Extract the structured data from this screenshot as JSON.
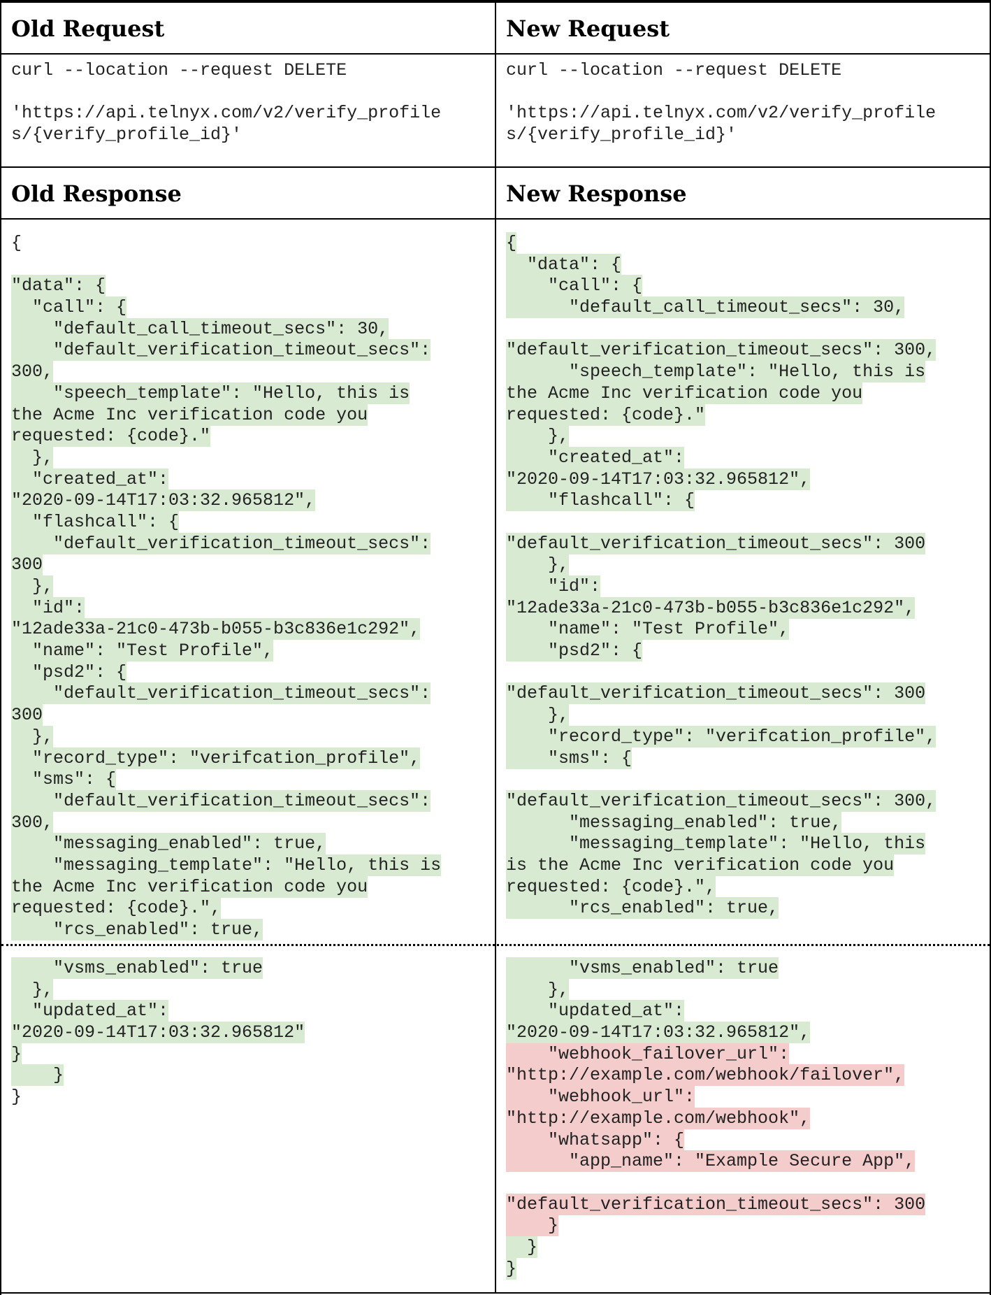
{
  "headers": {
    "old_request": "Old Request",
    "new_request": "New Request",
    "old_response": "Old Response",
    "new_response": "New Response"
  },
  "old_request": [
    "curl --location --request DELETE",
    "",
    "'https://api.telnyx.com/v2/verify_profile",
    "s/{verify_profile_id}'"
  ],
  "new_request": [
    "curl --location --request DELETE",
    "",
    "'https://api.telnyx.com/v2/verify_profile",
    "s/{verify_profile_id}'"
  ],
  "old_response_top": [
    {
      "t": "{",
      "h": ""
    },
    {
      "t": "",
      "h": ""
    },
    {
      "t": "\"data\": {",
      "h": "g"
    },
    {
      "t": "  \"call\": {",
      "h": "g"
    },
    {
      "t": "    \"default_call_timeout_secs\": 30,",
      "h": "g"
    },
    {
      "t": "    \"default_verification_timeout_secs\":",
      "h": "g"
    },
    {
      "t": "300,",
      "h": "g"
    },
    {
      "t": "    \"speech_template\": \"Hello, this is",
      "h": "g"
    },
    {
      "t": "the Acme Inc verification code you",
      "h": "g"
    },
    {
      "t": "requested: {code}.\"",
      "h": "g"
    },
    {
      "t": "  },",
      "h": "g"
    },
    {
      "t": "  \"created_at\":",
      "h": "g"
    },
    {
      "t": "\"2020-09-14T17:03:32.965812\",",
      "h": "g"
    },
    {
      "t": "  \"flashcall\": {",
      "h": "g"
    },
    {
      "t": "    \"default_verification_timeout_secs\":",
      "h": "g"
    },
    {
      "t": "300",
      "h": "g"
    },
    {
      "t": "  },",
      "h": "g"
    },
    {
      "t": "  \"id\":",
      "h": "g"
    },
    {
      "t": "\"12ade33a-21c0-473b-b055-b3c836e1c292\",",
      "h": "g"
    },
    {
      "t": "  \"name\": \"Test Profile\",",
      "h": "g"
    },
    {
      "t": "  \"psd2\": {",
      "h": "g"
    },
    {
      "t": "    \"default_verification_timeout_secs\":",
      "h": "g"
    },
    {
      "t": "300",
      "h": "g"
    },
    {
      "t": "  },",
      "h": "g"
    },
    {
      "t": "  \"record_type\": \"verifcation_profile\",",
      "h": "g"
    },
    {
      "t": "  \"sms\": {",
      "h": "g"
    },
    {
      "t": "    \"default_verification_timeout_secs\":",
      "h": "g"
    },
    {
      "t": "300,",
      "h": "g"
    },
    {
      "t": "    \"messaging_enabled\": true,",
      "h": "g"
    },
    {
      "t": "    \"messaging_template\": \"Hello, this is",
      "h": "g"
    },
    {
      "t": "the Acme Inc verification code you",
      "h": "g"
    },
    {
      "t": "requested: {code}.\",",
      "h": "g"
    },
    {
      "t": "    \"rcs_enabled\": true,",
      "h": "g"
    }
  ],
  "new_response_top": [
    {
      "t": "{",
      "h": "g"
    },
    {
      "t": "  \"data\": {",
      "h": "g"
    },
    {
      "t": "    \"call\": {",
      "h": "g"
    },
    {
      "t": "      \"default_call_timeout_secs\": 30,",
      "h": "g"
    },
    {
      "t": "",
      "h": ""
    },
    {
      "t": "\"default_verification_timeout_secs\": 300,",
      "h": "g"
    },
    {
      "t": "      \"speech_template\": \"Hello, this is",
      "h": "g"
    },
    {
      "t": "the Acme Inc verification code you",
      "h": "g"
    },
    {
      "t": "requested: {code}.\"",
      "h": "g"
    },
    {
      "t": "    },",
      "h": "g"
    },
    {
      "t": "    \"created_at\":",
      "h": "g"
    },
    {
      "t": "\"2020-09-14T17:03:32.965812\",",
      "h": "g"
    },
    {
      "t": "    \"flashcall\": {",
      "h": "g"
    },
    {
      "t": "",
      "h": ""
    },
    {
      "t": "\"default_verification_timeout_secs\": 300",
      "h": "g"
    },
    {
      "t": "    },",
      "h": "g"
    },
    {
      "t": "    \"id\":",
      "h": "g"
    },
    {
      "t": "\"12ade33a-21c0-473b-b055-b3c836e1c292\",",
      "h": "g"
    },
    {
      "t": "    \"name\": \"Test Profile\",",
      "h": "g"
    },
    {
      "t": "    \"psd2\": {",
      "h": "g"
    },
    {
      "t": "",
      "h": ""
    },
    {
      "t": "\"default_verification_timeout_secs\": 300",
      "h": "g"
    },
    {
      "t": "    },",
      "h": "g"
    },
    {
      "t": "    \"record_type\": \"verifcation_profile\",",
      "h": "g"
    },
    {
      "t": "    \"sms\": {",
      "h": "g"
    },
    {
      "t": "",
      "h": ""
    },
    {
      "t": "\"default_verification_timeout_secs\": 300,",
      "h": "g"
    },
    {
      "t": "      \"messaging_enabled\": true,",
      "h": "g"
    },
    {
      "t": "      \"messaging_template\": \"Hello, this",
      "h": "g"
    },
    {
      "t": "is the Acme Inc verification code you",
      "h": "g"
    },
    {
      "t": "requested: {code}.\",",
      "h": "g"
    },
    {
      "t": "      \"rcs_enabled\": true,",
      "h": "g"
    }
  ],
  "old_response_bottom": [
    {
      "t": "    \"vsms_enabled\": true",
      "h": "g"
    },
    {
      "t": "  },",
      "h": "g"
    },
    {
      "t": "  \"updated_at\":",
      "h": "g"
    },
    {
      "t": "\"2020-09-14T17:03:32.965812\"",
      "h": "g"
    },
    {
      "t": "}",
      "h": "g"
    },
    {
      "t": "    }",
      "h": "g"
    },
    {
      "t": "}",
      "h": ""
    }
  ],
  "new_response_bottom": [
    {
      "t": "      \"vsms_enabled\": true",
      "h": "g"
    },
    {
      "t": "    },",
      "h": "g"
    },
    {
      "t": "    \"updated_at\":",
      "h": "g"
    },
    {
      "t": "\"2020-09-14T17:03:32.965812\",",
      "h": "g"
    },
    {
      "t": "    \"webhook_failover_url\":",
      "h": "r"
    },
    {
      "t": "\"http://example.com/webhook/failover\",",
      "h": "r"
    },
    {
      "t": "    \"webhook_url\":",
      "h": "r"
    },
    {
      "t": "\"http://example.com/webhook\",",
      "h": "r"
    },
    {
      "t": "    \"whatsapp\": {",
      "h": "r"
    },
    {
      "t": "      \"app_name\": \"Example Secure App\",",
      "h": "r"
    },
    {
      "t": "",
      "h": ""
    },
    {
      "t": "\"default_verification_timeout_secs\": 300",
      "h": "r"
    },
    {
      "t": "    }",
      "h": "r"
    },
    {
      "t": "  }",
      "h": "g"
    },
    {
      "t": "}",
      "h": "g"
    }
  ],
  "colors": {
    "added_green": "#d9ead3",
    "changed_red": "#f4cccc"
  }
}
